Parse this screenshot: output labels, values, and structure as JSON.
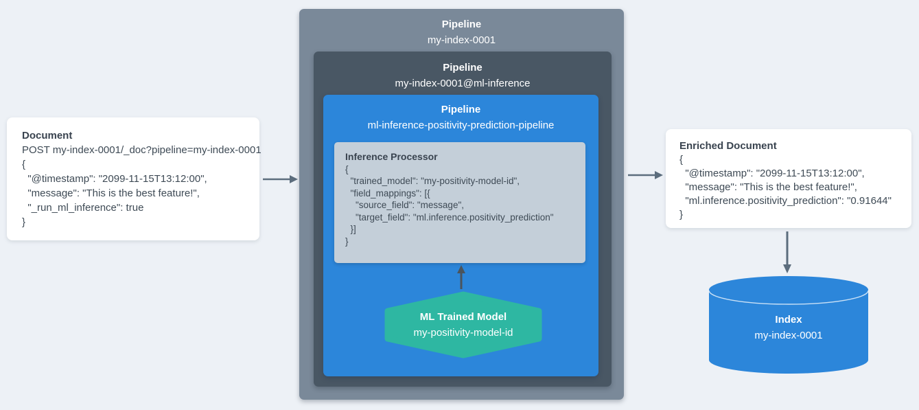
{
  "colors": {
    "background": "#edf1f6",
    "pipeline_outer": "#7a8999",
    "pipeline_middle": "#495764",
    "pipeline_inner_blue": "#2c86da",
    "processor_gray": "#c4cfd9",
    "model_teal": "#2eb7a2",
    "index_blue": "#2c86da",
    "arrow_slate": "#5c6d7d",
    "arrow_dark": "#4a545c",
    "text_dark": "#3e4a55"
  },
  "document_card": {
    "title": "Document",
    "lines": [
      "POST my-index-0001/_doc?pipeline=my-index-0001",
      "{",
      "  \"@timestamp\": \"2099-11-15T13:12:00\",",
      "  \"message\": \"This is the best feature!\",",
      "  \"_run_ml_inference\": true",
      "}"
    ]
  },
  "pipeline_outer": {
    "title": "Pipeline",
    "subtitle": "my-index-0001"
  },
  "pipeline_middle": {
    "title": "Pipeline",
    "subtitle": "my-index-0001@ml-inference"
  },
  "pipeline_inner": {
    "title": "Pipeline",
    "subtitle": "ml-inference-positivity-prediction-pipeline"
  },
  "inference_processor": {
    "title": "Inference Processor",
    "lines": [
      "{",
      "  \"trained_model\": \"my-positivity-model-id\",",
      "  \"field_mappings\": [{",
      "    \"source_field\": \"message\",",
      "    \"target_field\": \"ml.inference.positivity_prediction\"",
      "  }]",
      "}"
    ]
  },
  "ml_model": {
    "title": "ML Trained Model",
    "subtitle": "my-positivity-model-id"
  },
  "enriched_card": {
    "title": "Enriched Document",
    "lines": [
      "{",
      "  \"@timestamp\": \"2099-11-15T13:12:00\",",
      "  \"message\": \"This is the best feature!\",",
      "  \"ml.inference.positivity_prediction\": \"0.91644\"",
      "}"
    ]
  },
  "index_cylinder": {
    "title": "Index",
    "subtitle": "my-index-0001"
  }
}
